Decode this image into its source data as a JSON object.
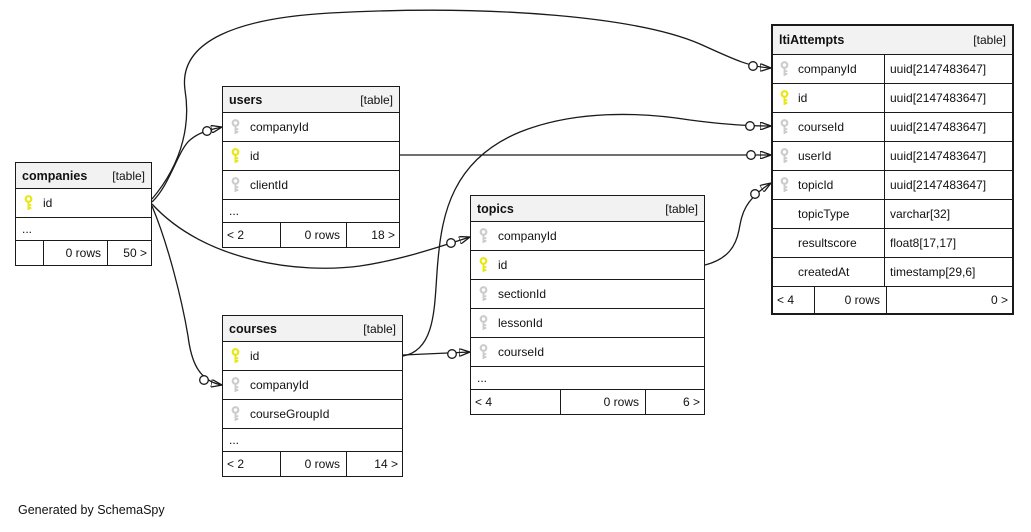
{
  "generator_note": "Generated by SchemaSpy",
  "colors": {
    "primary_key": "#e8e613",
    "foreign_key": "#cccccc",
    "header_bg": "#f2f2f2",
    "border": "#1a1a1a",
    "edge": "#1a1a1a"
  },
  "tables": {
    "companies": {
      "name": "companies",
      "tag": "[table]",
      "columns": [
        {
          "name": "id",
          "key": "primary"
        },
        {
          "name": "..."
        }
      ],
      "footer": {
        "parents": "",
        "rows": "0 rows",
        "children": "50 >"
      }
    },
    "users": {
      "name": "users",
      "tag": "[table]",
      "columns": [
        {
          "name": "companyId",
          "key": "foreign"
        },
        {
          "name": "id",
          "key": "primary"
        },
        {
          "name": "clientId",
          "key": "foreign"
        },
        {
          "name": "..."
        }
      ],
      "footer": {
        "parents": "< 2",
        "rows": "0 rows",
        "children": "18 >"
      }
    },
    "courses": {
      "name": "courses",
      "tag": "[table]",
      "columns": [
        {
          "name": "id",
          "key": "primary"
        },
        {
          "name": "companyId",
          "key": "foreign"
        },
        {
          "name": "courseGroupId",
          "key": "foreign"
        },
        {
          "name": "..."
        }
      ],
      "footer": {
        "parents": "< 2",
        "rows": "0 rows",
        "children": "14 >"
      }
    },
    "topics": {
      "name": "topics",
      "tag": "[table]",
      "columns": [
        {
          "name": "companyId",
          "key": "foreign"
        },
        {
          "name": "id",
          "key": "primary"
        },
        {
          "name": "sectionId",
          "key": "foreign"
        },
        {
          "name": "lessonId",
          "key": "foreign"
        },
        {
          "name": "courseId",
          "key": "foreign"
        },
        {
          "name": "..."
        }
      ],
      "footer": {
        "parents": "< 4",
        "rows": "0 rows",
        "children": "6 >"
      }
    },
    "ltiAttempts": {
      "name": "ltiAttempts",
      "tag": "[table]",
      "columns": [
        {
          "name": "companyId",
          "type": "uuid[2147483647]",
          "key": "foreign"
        },
        {
          "name": "id",
          "type": "uuid[2147483647]",
          "key": "primary"
        },
        {
          "name": "courseId",
          "type": "uuid[2147483647]",
          "key": "foreign"
        },
        {
          "name": "userId",
          "type": "uuid[2147483647]",
          "key": "foreign"
        },
        {
          "name": "topicId",
          "type": "uuid[2147483647]",
          "key": "foreign"
        },
        {
          "name": "topicType",
          "type": "varchar[32]"
        },
        {
          "name": "resultscore",
          "type": "float8[17,17]"
        },
        {
          "name": "createdAt",
          "type": "timestamp[29,6]"
        }
      ],
      "footer": {
        "parents": "< 4",
        "rows": "0 rows",
        "children": "0 >"
      }
    }
  },
  "relationships": [
    {
      "from": "companies.id",
      "to": "users.companyId"
    },
    {
      "from": "companies.id",
      "to": "ltiAttempts.companyId"
    },
    {
      "from": "companies.id",
      "to": "courses.companyId"
    },
    {
      "from": "companies.id",
      "to": "topics.companyId"
    },
    {
      "from": "users.id",
      "to": "ltiAttempts.userId"
    },
    {
      "from": "courses.id",
      "to": "topics.courseId"
    },
    {
      "from": "courses.id",
      "to": "ltiAttempts.courseId"
    },
    {
      "from": "topics.id",
      "to": "ltiAttempts.topicId"
    }
  ]
}
